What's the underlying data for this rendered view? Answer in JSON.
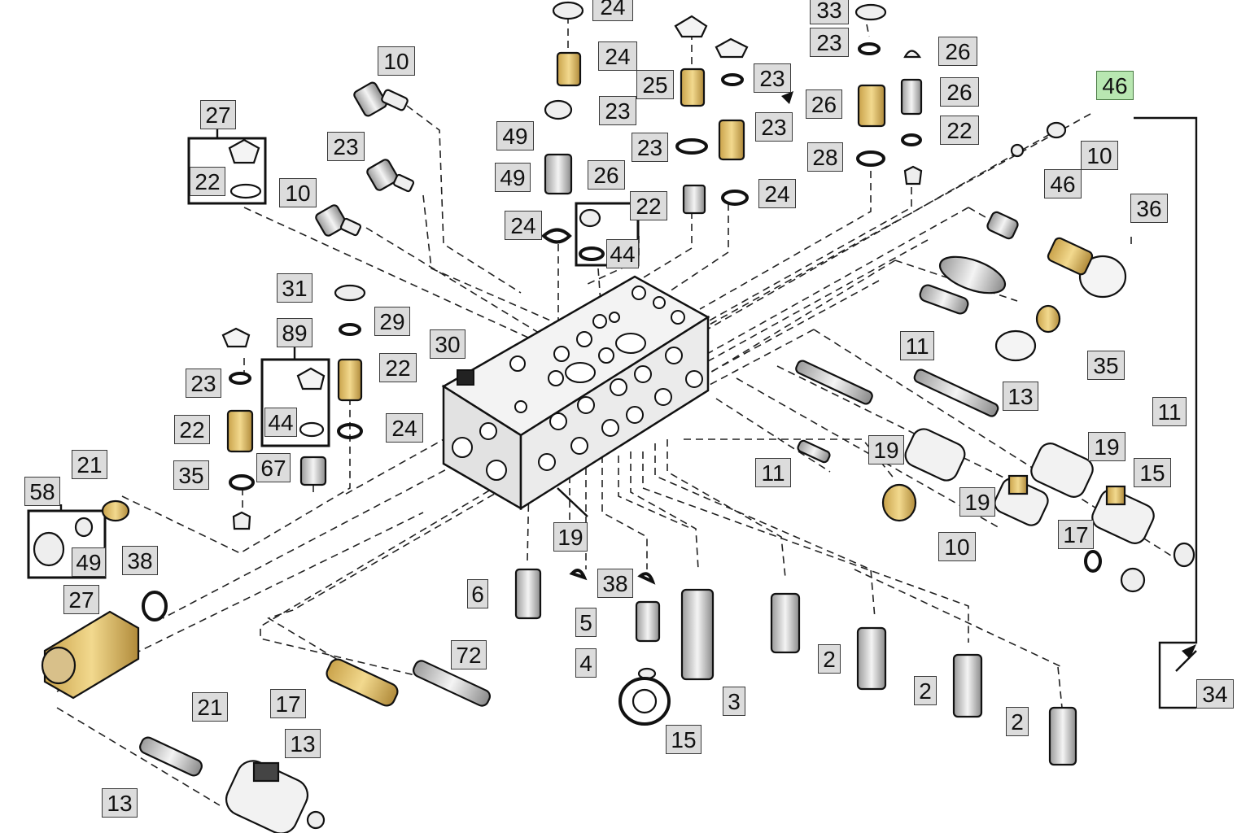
{
  "diagram": {
    "highlight_color": "#b8e7b1",
    "label_fill": "#dcdcdc",
    "callouts": [
      {
        "id": "c-24a",
        "text": "24"
      },
      {
        "id": "c-33",
        "text": "33"
      },
      {
        "id": "c-24b",
        "text": "24"
      },
      {
        "id": "c-26a",
        "text": "26"
      },
      {
        "id": "c-25",
        "text": "25"
      },
      {
        "id": "c-23a",
        "text": "23"
      },
      {
        "id": "c-23b",
        "text": "23"
      },
      {
        "id": "c-26b",
        "text": "26"
      },
      {
        "id": "c-23c",
        "text": "23"
      },
      {
        "id": "c-26c",
        "text": "26"
      },
      {
        "id": "c-46a",
        "text": "46",
        "highlighted": true
      },
      {
        "id": "c-10a",
        "text": "10"
      },
      {
        "id": "c-23d",
        "text": "23"
      },
      {
        "id": "c-22a",
        "text": "22"
      },
      {
        "id": "c-27a",
        "text": "27"
      },
      {
        "id": "c-49a",
        "text": "49"
      },
      {
        "id": "c-10b",
        "text": "10"
      },
      {
        "id": "c-23e",
        "text": "23"
      },
      {
        "id": "c-23f",
        "text": "23"
      },
      {
        "id": "c-28",
        "text": "28"
      },
      {
        "id": "c-49b",
        "text": "49"
      },
      {
        "id": "c-26d",
        "text": "26"
      },
      {
        "id": "c-22b",
        "text": "22"
      },
      {
        "id": "c-46b",
        "text": "46"
      },
      {
        "id": "c-10c",
        "text": "10"
      },
      {
        "id": "c-22c",
        "text": "22"
      },
      {
        "id": "c-24c",
        "text": "24"
      },
      {
        "id": "c-36",
        "text": "36"
      },
      {
        "id": "c-24d",
        "text": "24"
      },
      {
        "id": "c-44a",
        "text": "44"
      },
      {
        "id": "c-49c",
        "text": "49"
      },
      {
        "id": "c-31",
        "text": "31"
      },
      {
        "id": "c-29",
        "text": "29"
      },
      {
        "id": "c-89",
        "text": "89"
      },
      {
        "id": "c-30",
        "text": "30"
      },
      {
        "id": "c-11a",
        "text": "11"
      },
      {
        "id": "c-35a",
        "text": "35"
      },
      {
        "id": "c-23g",
        "text": "23"
      },
      {
        "id": "c-22d",
        "text": "22"
      },
      {
        "id": "c-13a",
        "text": "13"
      },
      {
        "id": "c-11b",
        "text": "11"
      },
      {
        "id": "c-44b",
        "text": "44"
      },
      {
        "id": "c-22e",
        "text": "22"
      },
      {
        "id": "c-24e",
        "text": "24"
      },
      {
        "id": "c-19a",
        "text": "19"
      },
      {
        "id": "c-19b",
        "text": "19"
      },
      {
        "id": "c-15a",
        "text": "15"
      },
      {
        "id": "c-67",
        "text": "67"
      },
      {
        "id": "c-21a",
        "text": "21"
      },
      {
        "id": "c-35b",
        "text": "35"
      },
      {
        "id": "c-11c",
        "text": "11"
      },
      {
        "id": "c-58",
        "text": "58"
      },
      {
        "id": "c-19c",
        "text": "19"
      },
      {
        "id": "c-17a",
        "text": "17"
      },
      {
        "id": "c-19d",
        "text": "19"
      },
      {
        "id": "c-10d",
        "text": "10"
      },
      {
        "id": "c-49d",
        "text": "49"
      },
      {
        "id": "c-38a",
        "text": "38"
      },
      {
        "id": "c-6",
        "text": "6"
      },
      {
        "id": "c-38b",
        "text": "38"
      },
      {
        "id": "c-27b",
        "text": "27"
      },
      {
        "id": "c-5",
        "text": "5"
      },
      {
        "id": "c-4",
        "text": "4"
      },
      {
        "id": "c-72",
        "text": "72"
      },
      {
        "id": "c-2a",
        "text": "2"
      },
      {
        "id": "c-2b",
        "text": "2"
      },
      {
        "id": "c-34",
        "text": "34"
      },
      {
        "id": "c-3",
        "text": "3"
      },
      {
        "id": "c-21b",
        "text": "21"
      },
      {
        "id": "c-17b",
        "text": "17"
      },
      {
        "id": "c-2c",
        "text": "2"
      },
      {
        "id": "c-15b",
        "text": "15"
      },
      {
        "id": "c-13b",
        "text": "13"
      },
      {
        "id": "c-13c",
        "text": "13"
      }
    ]
  }
}
